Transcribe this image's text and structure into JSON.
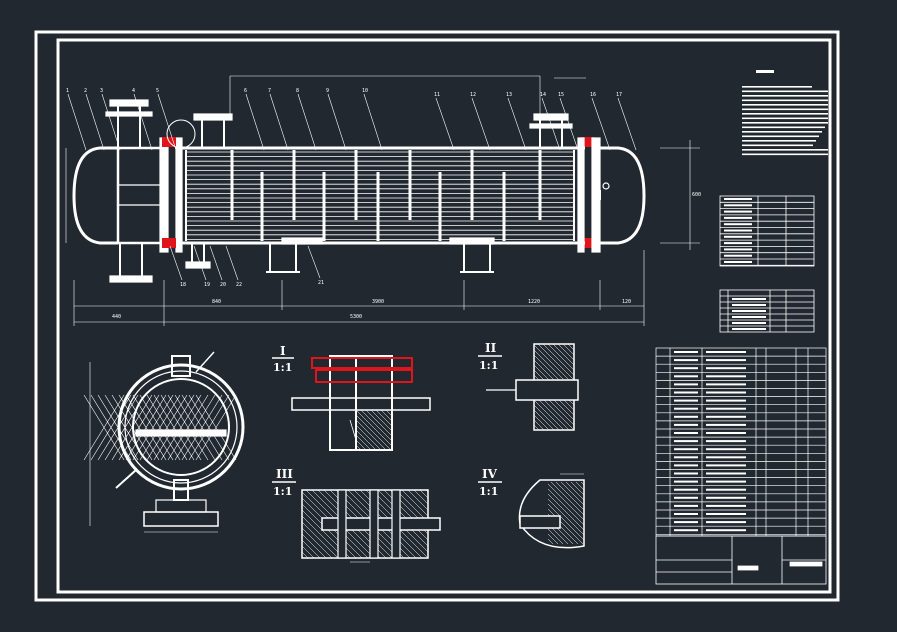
{
  "drawing": {
    "background": "#212830",
    "line_color": "#ffffff",
    "highlight_color": "#e0141b"
  },
  "sections": [
    {
      "id": "I",
      "label": "I",
      "scale": "1:1"
    },
    {
      "id": "II",
      "label": "II",
      "scale": "1:1"
    },
    {
      "id": "III",
      "label": "III",
      "scale": "1:1"
    },
    {
      "id": "IV",
      "label": "IV",
      "scale": "1:1"
    }
  ],
  "balloons": [
    "1",
    "2",
    "3",
    "4",
    "5",
    "6",
    "7",
    "8",
    "9",
    "10",
    "11",
    "12",
    "13",
    "14",
    "15",
    "16",
    "17",
    "18",
    "19",
    "20",
    "21",
    "22"
  ],
  "dimensions": {
    "overall": "5300",
    "left_end": "440",
    "left_gap": "840",
    "span": "3900",
    "right_seg": "1220",
    "right_end": "120",
    "dia": "600"
  }
}
